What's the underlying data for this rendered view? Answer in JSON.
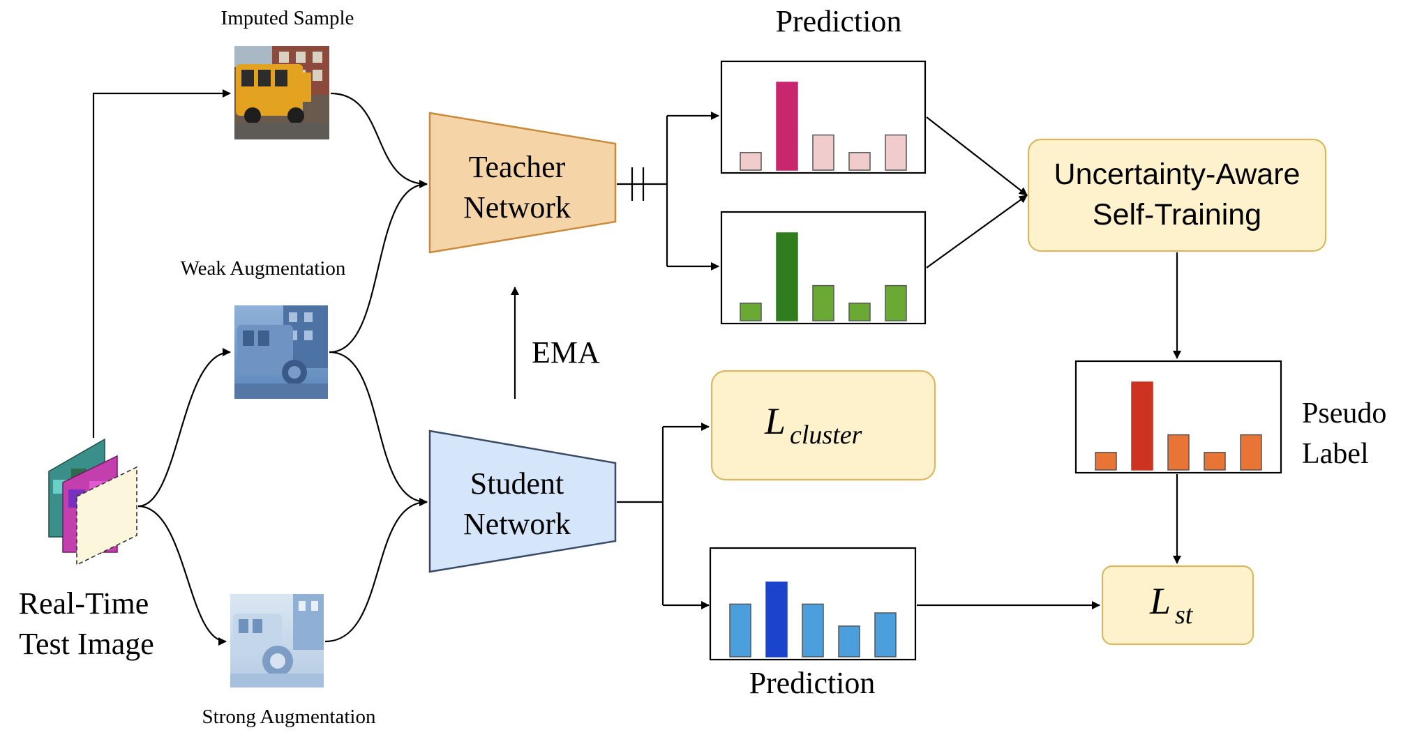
{
  "labels": {
    "imputed_sample": "Imputed Sample",
    "weak_augmentation": "Weak Augmentation",
    "strong_augmentation": "Strong Augmentation",
    "real_time_line1": "Real-Time",
    "real_time_line2": "Test Image",
    "teacher_line1": "Teacher",
    "teacher_line2": "Network",
    "student_line1": "Student",
    "student_line2": "Network",
    "ema": "EMA",
    "prediction_top": "Prediction",
    "prediction_bottom": "Prediction",
    "uncertainty_line1": "Uncertainty-Aware",
    "uncertainty_line2": "Self-Training",
    "pseudo_line1": "Pseudo",
    "pseudo_line2": "Label",
    "l_cluster_main": "L",
    "l_cluster_sub": "cluster",
    "l_st_main": "L",
    "l_st_sub": "st"
  },
  "colors": {
    "teacher_fill": "#f5d5a8",
    "teacher_stroke": "#c88a3c",
    "student_fill": "#d5e5fa",
    "student_stroke": "#3a4a66",
    "loss_fill": "#fdf2cc",
    "loss_stroke": "#d9b860",
    "pink_accent": "#c8276e",
    "pink_light": "#f1cccc",
    "green_accent": "#2f7d1e",
    "green_light": "#6aaa34",
    "red_accent": "#cc3320",
    "orange_light": "#e87535",
    "blue_accent": "#1b44cc",
    "blue_light": "#4a9fdc"
  },
  "histograms": {
    "teacher_imputed": [
      0.2,
      1.0,
      0.4,
      0.2,
      0.4
    ],
    "teacher_weak": [
      0.2,
      1.0,
      0.4,
      0.2,
      0.4
    ],
    "pseudo_label": [
      0.2,
      1.0,
      0.4,
      0.2,
      0.4
    ],
    "student": [
      0.6,
      0.85,
      0.6,
      0.35,
      0.5
    ]
  }
}
